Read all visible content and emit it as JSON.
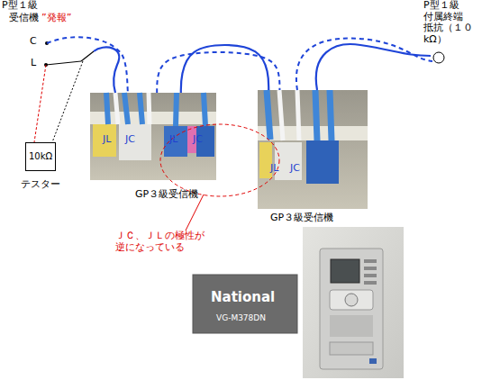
{
  "diagram": {
    "nodes": [
      {
        "text": [
          "10kΩ",
          "テスター"
        ]
      },
      {
        "text": [
          "JL",
          "JC",
          "JL",
          "JC",
          "GP３級受信機"
        ]
      },
      {
        "text": [
          "JL",
          "JC",
          "GP３級受信機"
        ]
      }
    ],
    "edges": [
      {
        "from": 1,
        "to": 2,
        "arrow": "none"
      },
      {
        "from": 1,
        "to": 2,
        "arrow": "none"
      }
    ],
    "labels": [
      "P型１級",
      "受信機",
      "”発報”",
      "C",
      "L",
      "P型１級 付属終端 抵抗（１０ kΩ）",
      "ＪＣ、ＪＬの極性が 逆になっている",
      "National",
      "VG-M378DN"
    ]
  }
}
